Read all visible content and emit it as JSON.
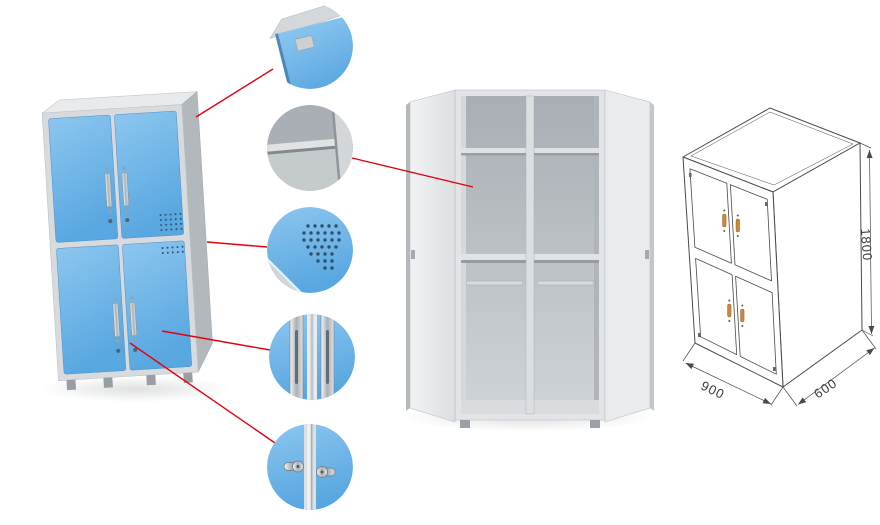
{
  "page": {
    "background": "#ffffff"
  },
  "colors": {
    "door_blue": "#58a7e0",
    "door_blue_light": "#8cc6f0",
    "frame_gray": "#d8dbde",
    "side_gray": "#b3b8bd",
    "top_gray": "#e8eaec",
    "interior_gray": "#c3c8cc",
    "callout_red": "#e3000e",
    "sketch_line": "#4a4a4a",
    "sketch_handle_orange": "#c9883d",
    "metal_silver": "#c6cacd",
    "dimension_text": "#3c3c3c"
  },
  "views": {
    "closed_cabinet": {
      "name": "four-door-steel-locker-closed"
    },
    "open_cabinet": {
      "name": "four-door-steel-locker-open"
    },
    "dimension_sketch": {
      "name": "locker-dimension-drawing",
      "height": "1800",
      "width": "900",
      "depth": "600"
    }
  },
  "callouts": [
    {
      "name": "top-corner-detail"
    },
    {
      "name": "interior-shelf-detail"
    },
    {
      "name": "ventilation-holes-detail"
    },
    {
      "name": "door-edge-channel-detail"
    },
    {
      "name": "lock-latch-detail"
    }
  ]
}
